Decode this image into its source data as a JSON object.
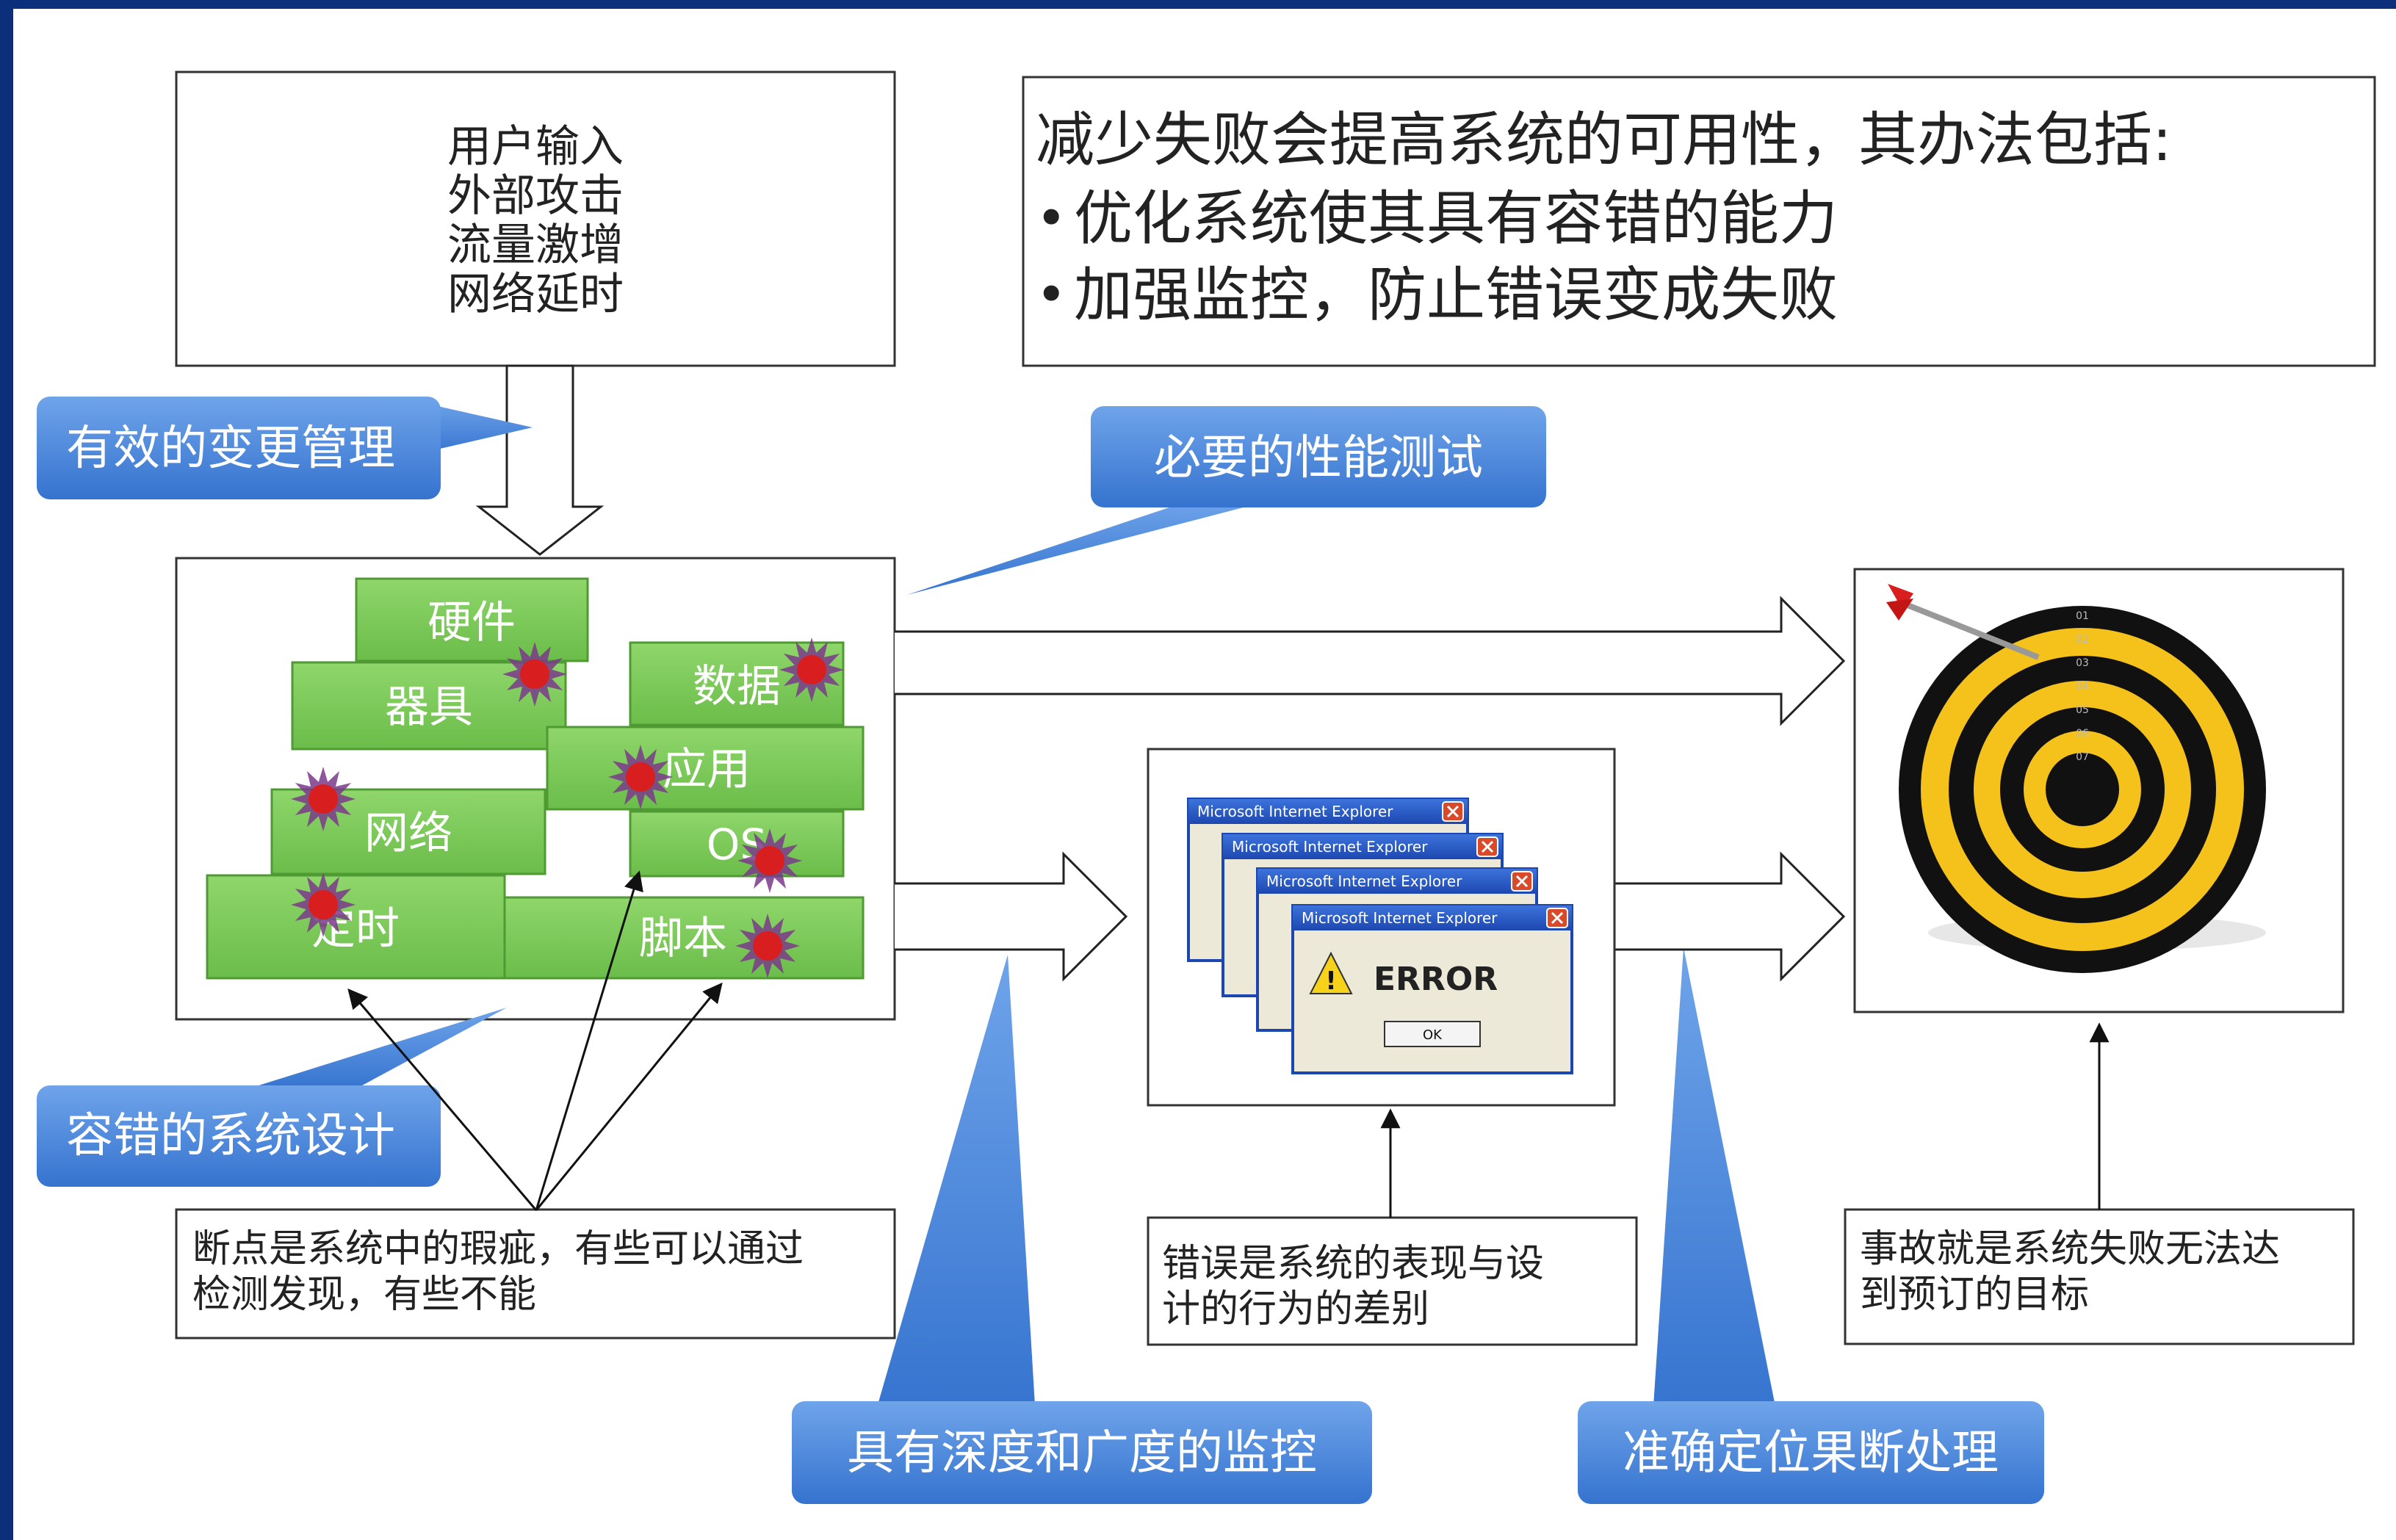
{
  "inputs_box": {
    "lines": [
      "用户输入",
      "外部攻击",
      "流量激增",
      "网络延时"
    ]
  },
  "principles_box": {
    "heading": "减少失败会提高系统的可用性，其办法包括:",
    "bullets": [
      "优化系统使其具有容错的能力",
      "加强监控，防止错误变成失败"
    ]
  },
  "callouts": {
    "change_mgmt": "有效的变更管理",
    "perf_test": "必要的性能测试",
    "fault_tolerant": "容错的系统设计",
    "monitoring": "具有深度和广度的监控",
    "locate_fix": "准确定位果断处理"
  },
  "system_blocks": {
    "hardware": "硬件",
    "appliance": "器具",
    "data": "数据",
    "application": "应用",
    "network": "网络",
    "os": "OS",
    "timing": "定时",
    "script": "脚本"
  },
  "error_window": {
    "title": "Microsoft Internet Explorer",
    "message": "ERROR",
    "ok_label": "OK"
  },
  "target": {
    "ring_labels": [
      "01",
      "02",
      "03",
      "04",
      "05",
      "06",
      "07"
    ]
  },
  "notes": {
    "breakpoints": [
      "断点是系统中的瑕疵，有些可以通过",
      "检测发现，有些不能"
    ],
    "errors": [
      "错误是系统的表现与设",
      "计的行为的差别"
    ],
    "incidents": [
      "事故就是系统失败无法达",
      "到预订的目标"
    ]
  },
  "colors": {
    "frame": "#0b2f7a",
    "callout": "#3a7bd5",
    "block_fill": "#7cc85a",
    "block_stroke": "#4f9a33",
    "star": "#d81e1e",
    "target_yellow": "#f4c21a",
    "target_black": "#111111",
    "window_title": "#2756c4"
  }
}
